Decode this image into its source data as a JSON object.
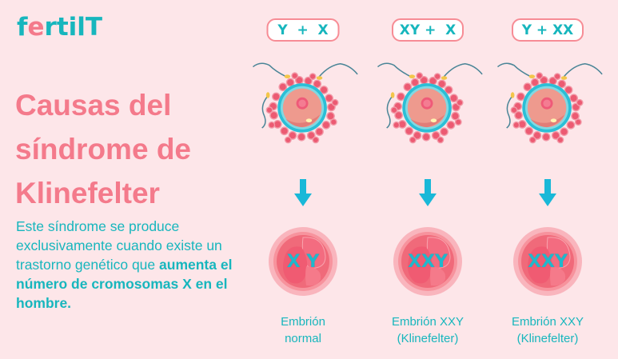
{
  "brand": {
    "logo_prefix": "f",
    "logo_e": "e",
    "logo_suffix": "rtilT"
  },
  "colors": {
    "teal": "#17b6bd",
    "pink": "#f47a8b",
    "background": "#fde6e9",
    "pill_border": "#f78c95"
  },
  "title": {
    "line1": "Causas del",
    "line2": "síndrome de",
    "line3": "Klinefelter"
  },
  "description": {
    "normal": "Este síndrome se produce exclusivamente cuando existe un trastorno genético que ",
    "bold": "aumenta el número de cromosomas X en el hombre."
  },
  "columns": [
    {
      "pill": "Y  +  X",
      "embryo_text": "X Y",
      "label_line1": "Embrión",
      "label_line2": "normal",
      "icons": [
        "egg-with-sperm-icon",
        "arrow-down-icon",
        "embryo-icon"
      ]
    },
    {
      "pill": "XY +  X",
      "embryo_text": "XXY",
      "label_line1": "Embrión XXY",
      "label_line2": "(Klinefelter)",
      "icons": [
        "egg-with-sperm-icon",
        "arrow-down-icon",
        "embryo-icon"
      ]
    },
    {
      "pill": "Y + XX",
      "embryo_text": "XXY",
      "label_line1": "Embrión XXY",
      "label_line2": "(Klinefelter)",
      "icons": [
        "egg-with-sperm-icon",
        "arrow-down-icon",
        "embryo-icon"
      ]
    }
  ]
}
